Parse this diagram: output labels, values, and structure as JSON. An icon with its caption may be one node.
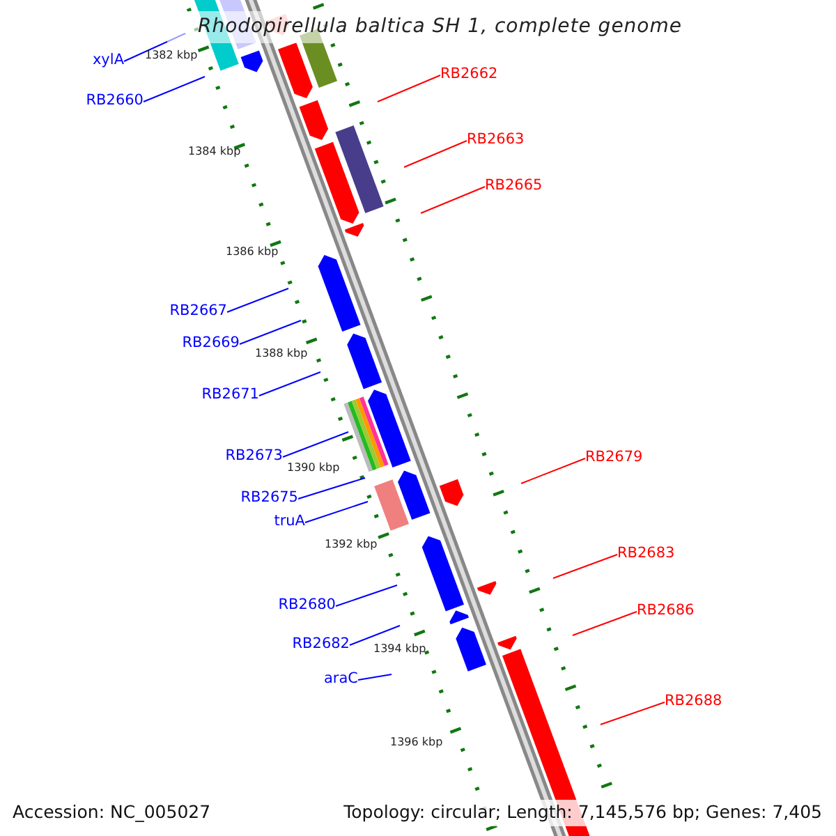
{
  "diagram": {
    "title": "Rhodopirellula baltica SH 1, complete genome",
    "nodes": [
      {
        "text": [
          "xylA"
        ]
      },
      {
        "text": [
          "RB2660"
        ]
      },
      {
        "text": [
          "RB2662"
        ]
      },
      {
        "text": [
          "RB2663"
        ]
      },
      {
        "text": [
          "RB2665"
        ]
      },
      {
        "text": [
          "RB2667"
        ]
      },
      {
        "text": [
          "RB2669"
        ]
      },
      {
        "text": [
          "RB2671"
        ]
      },
      {
        "text": [
          "RB2673"
        ]
      },
      {
        "text": [
          "RB2675"
        ]
      },
      {
        "text": [
          "truA"
        ]
      },
      {
        "text": [
          "RB2679"
        ]
      },
      {
        "text": [
          "RB2680"
        ]
      },
      {
        "text": [
          "RB2682"
        ]
      },
      {
        "text": [
          "RB2683"
        ]
      },
      {
        "text": [
          "RB2686"
        ]
      },
      {
        "text": [
          "araC"
        ]
      },
      {
        "text": [
          "RB2688"
        ]
      }
    ],
    "edges": [
      {
        "from": 0,
        "to": null,
        "arrow": "none"
      },
      {
        "from": 1,
        "to": null,
        "arrow": "none"
      },
      {
        "from": 2,
        "to": null,
        "arrow": "none",
        "color": "#ff0000"
      },
      {
        "from": 3,
        "to": null,
        "arrow": "none",
        "color": "#ff0000"
      },
      {
        "from": 4,
        "to": null,
        "arrow": "none",
        "color": "#ff0000"
      },
      {
        "from": 5,
        "to": null,
        "arrow": "none"
      },
      {
        "from": 6,
        "to": null,
        "arrow": "none"
      },
      {
        "from": 7,
        "to": null,
        "arrow": "none"
      },
      {
        "from": 8,
        "to": null,
        "arrow": "none"
      },
      {
        "from": 9,
        "to": null,
        "arrow": "none"
      },
      {
        "from": 10,
        "to": null,
        "arrow": "none"
      },
      {
        "from": 11,
        "to": null,
        "arrow": "none",
        "color": "#ff0000"
      },
      {
        "from": 12,
        "to": null,
        "arrow": "none"
      },
      {
        "from": 13,
        "to": null,
        "arrow": "none"
      },
      {
        "from": 14,
        "to": null,
        "arrow": "none",
        "color": "#ff0000"
      },
      {
        "from": 15,
        "to": null,
        "arrow": "none",
        "color": "#ff0000"
      },
      {
        "from": 16,
        "to": null,
        "arrow": "none"
      },
      {
        "from": 17,
        "to": null,
        "arrow": "none",
        "color": "#ff0000"
      }
    ],
    "labels": [
      "1382 kbp",
      "1384 kbp",
      "1386 kbp",
      "1388 kbp",
      "1390 kbp",
      "1392 kbp",
      "1394 kbp",
      "1396 kbp",
      "Accession: NC_005027",
      "Topology: circular; Length: 7,145,576 bp; Genes: 7,405"
    ]
  }
}
